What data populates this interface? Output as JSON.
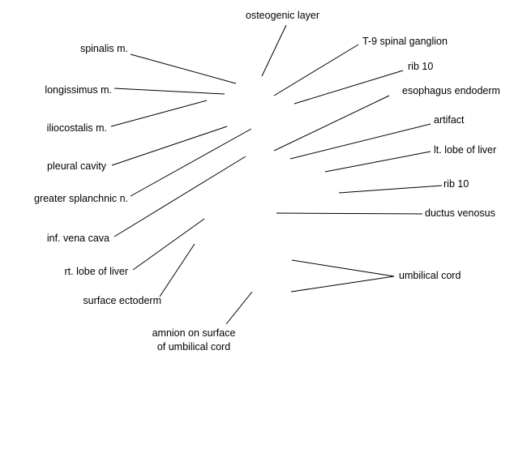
{
  "labels": {
    "osteogenic_layer": "osteogenic layer",
    "t9_spinal_ganglion": "T-9 spinal ganglion",
    "rib_10_upper": "rib 10",
    "esophagus_endoderm": "esophagus endoderm",
    "artifact": "artifact",
    "lt_lobe_of_liver": "lt. lobe of liver",
    "rib_10_lower": "rib 10",
    "ductus_venosus": "ductus venosus",
    "umbilical_cord": "umbilical cord",
    "spinalis_m": "spinalis m.",
    "longissimus_m": "longissimus m.",
    "iliocostalis_m": "iliocostalis m.",
    "pleural_cavity": "pleural cavity",
    "greater_splanchnic_n": "greater splanchnic n.",
    "inf_vena_cava": "inf. vena cava",
    "rt_lobe_of_liver": "rt. lobe of liver",
    "surface_ectoderm": "surface ectoderm",
    "amnion_line1": "amnion on surface",
    "amnion_line2": "of umbilical cord"
  },
  "colors": {
    "line": "#000000",
    "text": "#000000",
    "background": "#ffffff"
  }
}
